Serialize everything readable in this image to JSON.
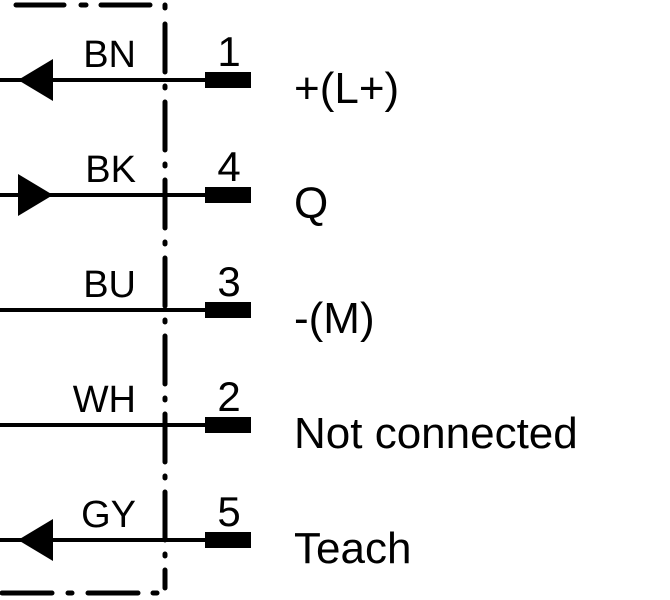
{
  "diagram": {
    "pins": [
      {
        "wire_color": "BN",
        "pin": "1",
        "signal": "+(L+)",
        "arrow": "left"
      },
      {
        "wire_color": "BK",
        "pin": "4",
        "signal": "Q",
        "arrow": "right"
      },
      {
        "wire_color": "BU",
        "pin": "3",
        "signal": "-(M)",
        "arrow": "none"
      },
      {
        "wire_color": "WH",
        "pin": "2",
        "signal": "Not connected",
        "arrow": "none"
      },
      {
        "wire_color": "GY",
        "pin": "5",
        "signal": "Teach",
        "arrow": "left"
      }
    ],
    "line_color": "#000000"
  }
}
